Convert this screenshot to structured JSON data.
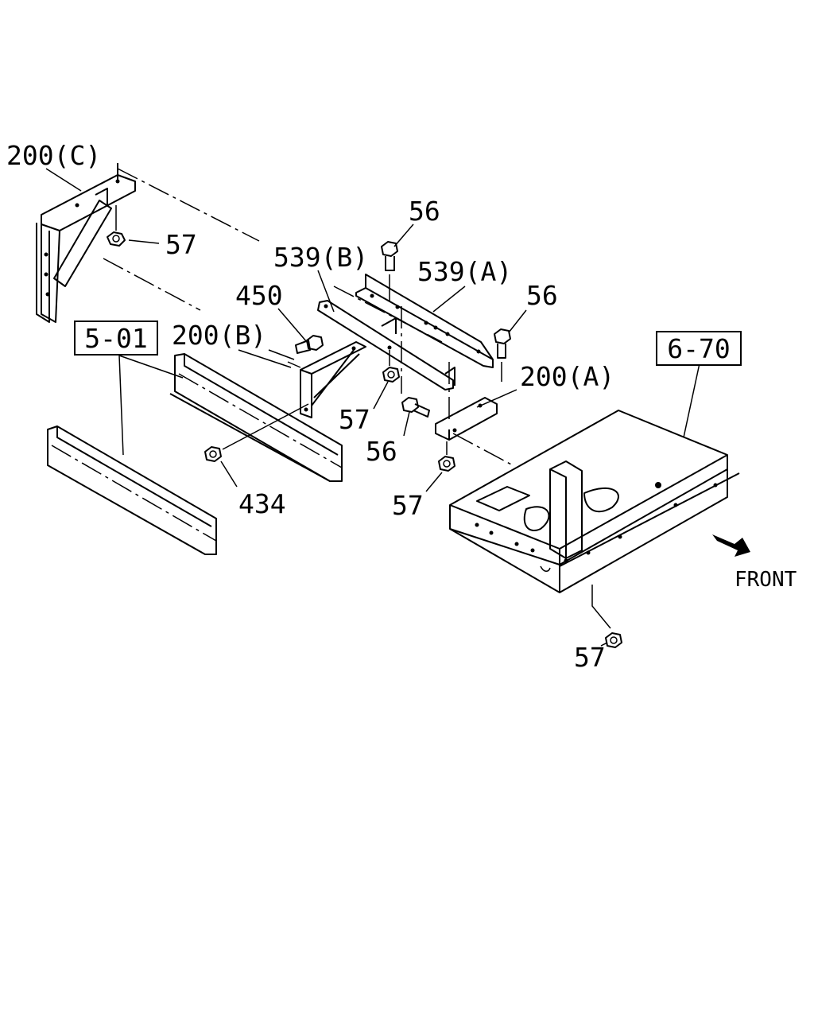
{
  "labels": {
    "bracket_c": "200(C)",
    "bracket_b": "200(B)",
    "bracket_a": "200(A)",
    "stay_b": "539(B)",
    "stay_a": "539(A)",
    "bolt_top": "56",
    "bolt_right": "56",
    "bolt_mid": "56",
    "nut_c": "57",
    "nut_mid": "57",
    "nut_a": "57",
    "nut_bottom": "57",
    "bolt_450": "450",
    "nut_434": "434",
    "front": "FRONT"
  },
  "references": {
    "frame_ref": "5-01",
    "battery_ref": "6-70"
  },
  "icons": {
    "front_arrow": "front-direction-arrow"
  }
}
